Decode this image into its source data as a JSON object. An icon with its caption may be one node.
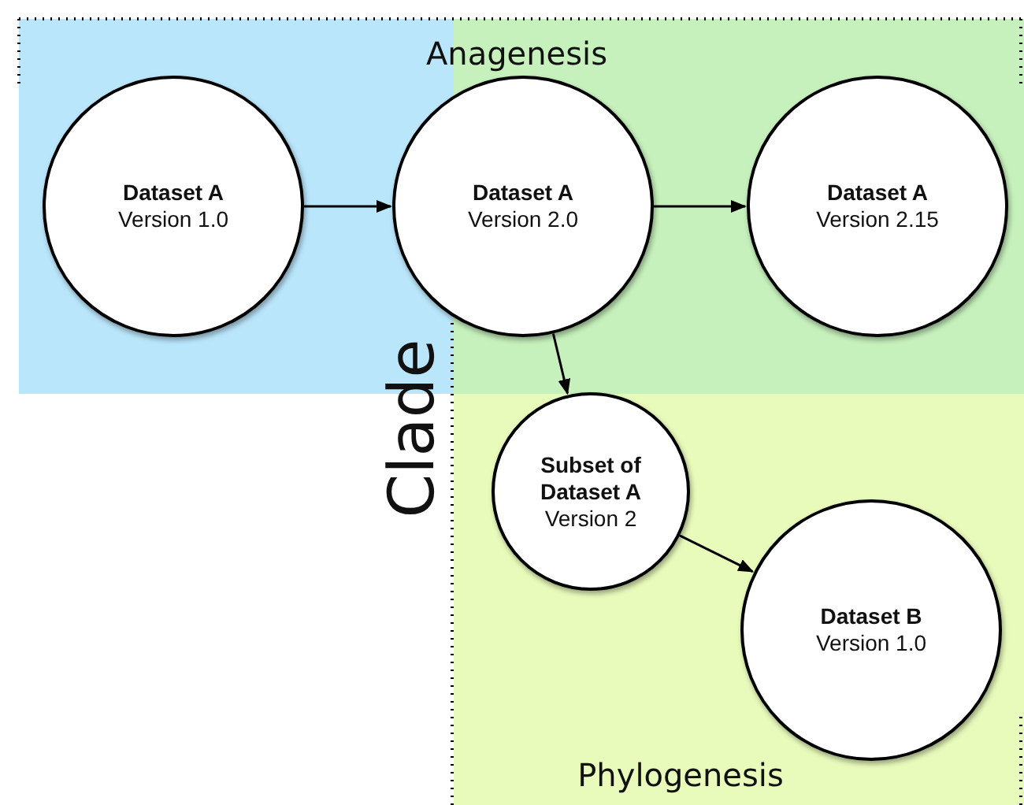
{
  "diagram": {
    "nodes": [
      {
        "text": [
          "Dataset A",
          "Version 1.0"
        ]
      },
      {
        "text": [
          "Dataset A",
          "Version 2.0"
        ]
      },
      {
        "text": [
          "Dataset A",
          "Version 2.15"
        ]
      },
      {
        "text": [
          "Subset of Dataset A",
          "Version 2"
        ]
      },
      {
        "text": [
          "Dataset B",
          "Version 1.0"
        ]
      }
    ],
    "edges": [
      {
        "from": 0,
        "to": 1,
        "arrow": "to"
      },
      {
        "from": 1,
        "to": 2,
        "arrow": "to"
      },
      {
        "from": 1,
        "to": 3,
        "arrow": "to"
      },
      {
        "from": 3,
        "to": 4,
        "arrow": "to"
      }
    ],
    "labels": [
      "Anagenesis",
      "Clade",
      "Phylogenesis"
    ]
  }
}
